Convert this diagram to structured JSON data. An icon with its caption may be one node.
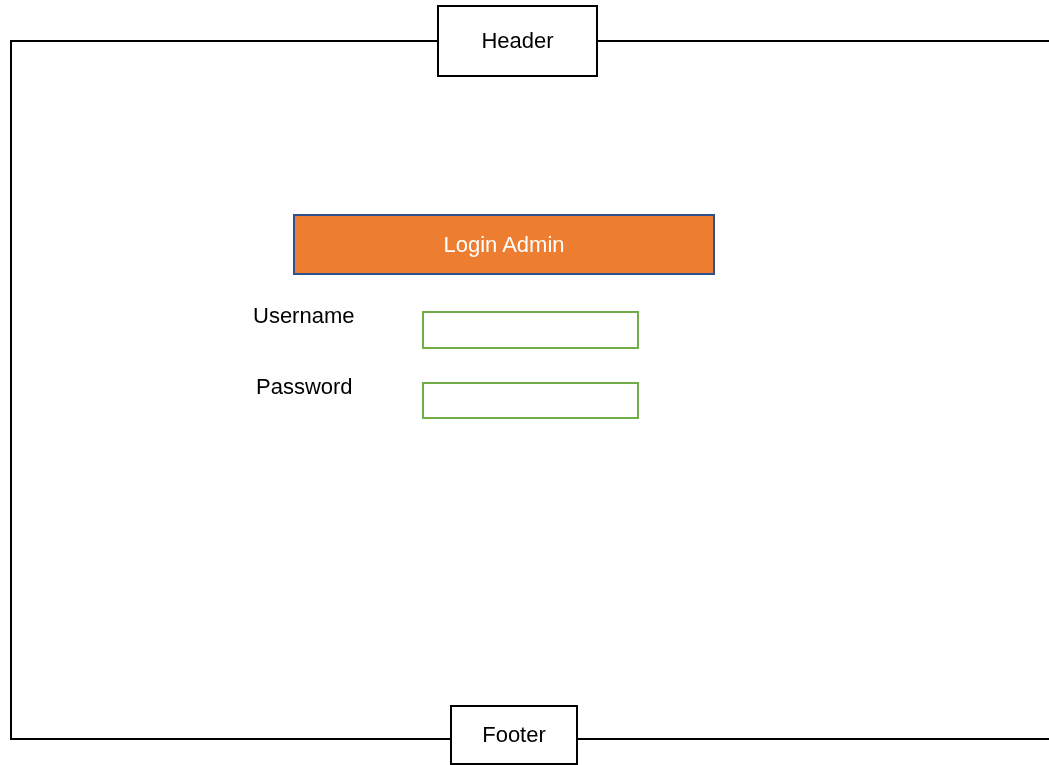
{
  "diagram": {
    "nodes": [
      {
        "text": [],
        "shape": "box"
      },
      {
        "text": [
          "Header"
        ]
      },
      {
        "text": [
          "Login Admin"
        ],
        "in": 0
      },
      {
        "text": [],
        "shape": "box",
        "in": 0
      },
      {
        "text": [],
        "shape": "box",
        "in": 0
      },
      {
        "text": [
          "Footer"
        ]
      }
    ],
    "labels": [
      "Username",
      "Password"
    ]
  }
}
